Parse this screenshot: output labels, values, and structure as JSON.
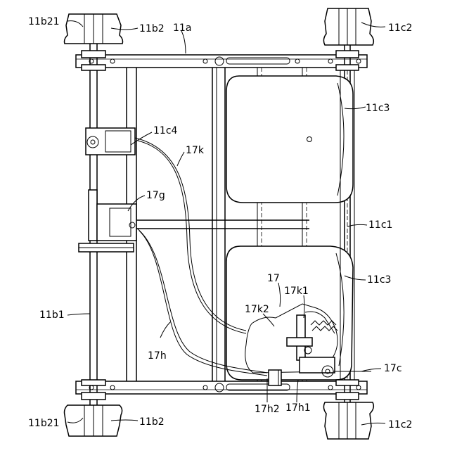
{
  "labels": {
    "l_11b21_top": "11b21",
    "l_11b2_top": "11b2",
    "l_11a": "11a",
    "l_11c2_top": "11c2",
    "l_11c3_upper": "11c3",
    "l_11c4": "11c4",
    "l_17k": "17k",
    "l_17g": "17g",
    "l_11c1": "11c1",
    "l_11c3_lower": "11c3",
    "l_17": "17",
    "l_17k1": "17k1",
    "l_17k2": "17k2",
    "l_11b1": "11b1",
    "l_17h": "17h",
    "l_17c": "17c",
    "l_17h2": "17h2",
    "l_17h1": "17h1",
    "l_11b21_bottom": "11b21",
    "l_11b2_bottom": "11b2",
    "l_11c2_bottom": "11c2"
  }
}
